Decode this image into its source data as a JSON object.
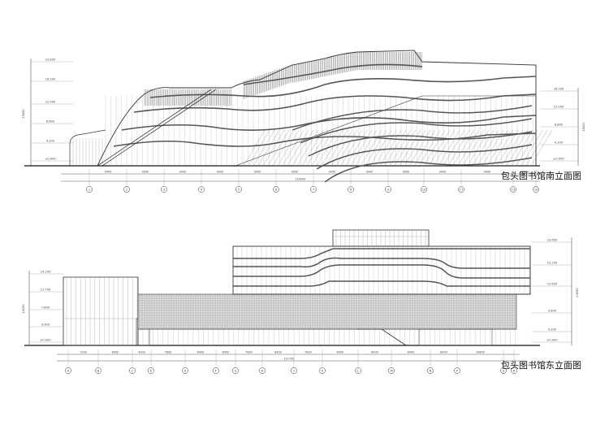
{
  "titles": {
    "south": "包头图书馆南立面图",
    "east": "包头图书馆东立面图"
  },
  "south_elevation": {
    "axis_labels": [
      "1",
      "2",
      "3",
      "4",
      "5",
      "6",
      "7",
      "8",
      "9",
      "10",
      "11",
      "13",
      "14"
    ],
    "bay_dims": [
      "4450",
      "9000",
      "9000",
      "9000",
      "9000",
      "9000",
      "9000",
      "9000",
      "9000",
      "9000",
      "9000",
      "15000"
    ],
    "total_dim": "120000",
    "left_levels": [
      "23.650",
      "16.200",
      "12.000",
      "8.800",
      "4.200",
      "±0.000"
    ],
    "right_levels": [
      "16.200",
      "12.000",
      "8.800",
      "4.200",
      "±0.000"
    ],
    "left_height": "23650",
    "right_height": "16200"
  },
  "east_elevation": {
    "axis_labels": [
      "A",
      "B",
      "C",
      "D",
      "E",
      "F",
      "G",
      "H",
      "J",
      "K",
      "L",
      "M",
      "N",
      "P",
      "Q",
      "R"
    ],
    "bay_dims": [
      "7200",
      "8400",
      "4200",
      "7800",
      "8400",
      "8400",
      "7800",
      "8400",
      "7800",
      "8400",
      "8400",
      "8400",
      "8400",
      "10800"
    ],
    "total_dim": "121700",
    "left_levels": [
      "14.150",
      "11.700",
      "7.800",
      "3.900",
      "±0.000"
    ],
    "right_levels": [
      "23.650",
      "19.200",
      "15.600",
      "9.800",
      "4.200",
      "±0.000"
    ],
    "left_height": "14150",
    "right_height": "23650"
  },
  "colors": {
    "line": "#333333",
    "band": "#555555",
    "texture": "#777777"
  }
}
